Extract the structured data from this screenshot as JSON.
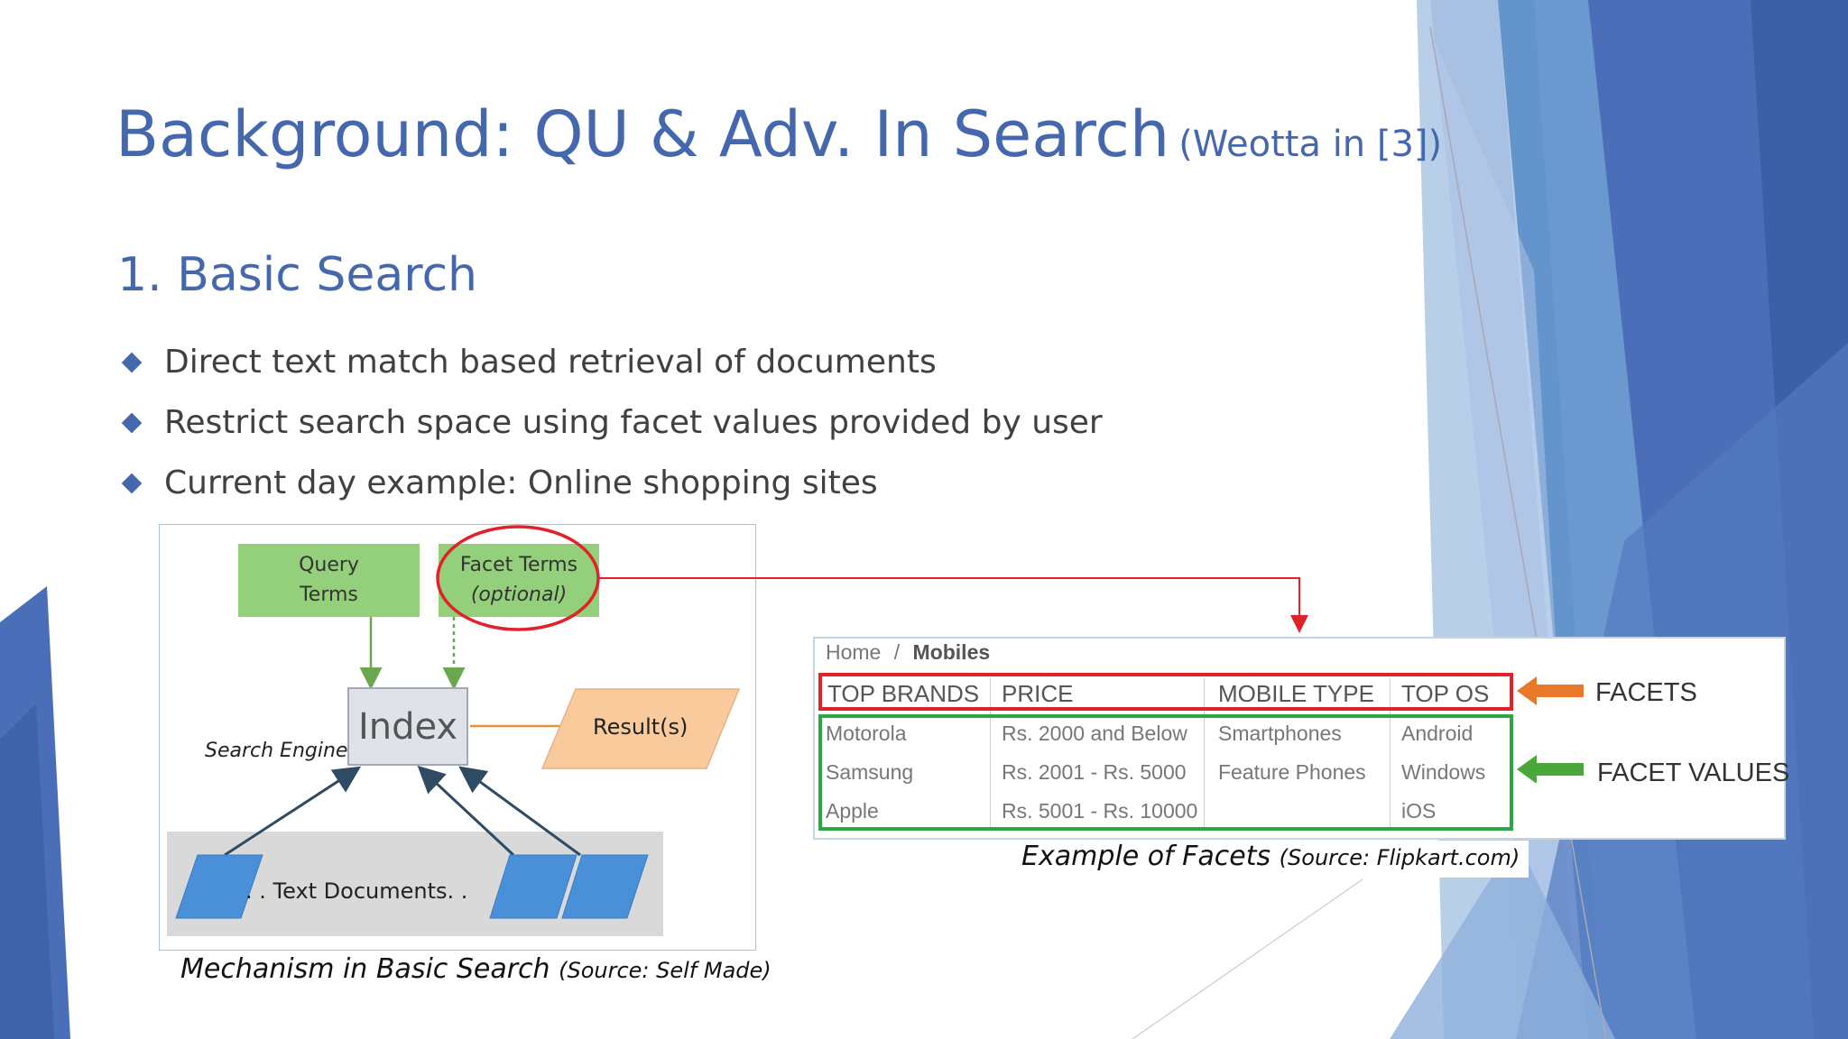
{
  "slide": {
    "title": "Background: QU & Adv. In Search",
    "title_sub": "(Weotta in [3])",
    "section_heading": "1. Basic Search",
    "bullets": [
      "Direct text match based retrieval of documents",
      "Restrict search space using facet values provided by user",
      "Current day example: Online shopping sites"
    ],
    "colors": {
      "title": "#4567ad",
      "bullet_marker": "#4567ad",
      "body_text": "#404040",
      "highlight_red": "#e0222a",
      "highlight_green": "#2ea646"
    }
  },
  "mechanism_diagram": {
    "query_terms": [
      "Query",
      "Terms"
    ],
    "facet_terms": [
      "Facet Terms",
      "(optional)"
    ],
    "index": "Index",
    "search_engine": "Search Engine",
    "result": "Result(s)",
    "text_documents": ". . Text Documents. .",
    "caption": "Mechanism in Basic Search",
    "caption_source": "(Source: Self Made)"
  },
  "facets_example": {
    "breadcrumb_home": "Home",
    "breadcrumb_sep": "/",
    "breadcrumb_current": "Mobiles",
    "columns": [
      "TOP BRANDS",
      "PRICE",
      "MOBILE TYPE",
      "TOP OS"
    ],
    "rows": [
      [
        "Motorola",
        "Rs. 2000 and Below",
        "Smartphones",
        "Android"
      ],
      [
        "Samsung",
        "Rs. 2001 - Rs. 5000",
        "Feature Phones",
        "Windows"
      ],
      [
        "Apple",
        "Rs. 5001 - Rs. 10000",
        "",
        "iOS"
      ]
    ],
    "label_facets": "FACETS",
    "label_facet_values": "FACET VALUES",
    "caption": "Example of Facets",
    "caption_source": "(Source: Flipkart.com)"
  }
}
